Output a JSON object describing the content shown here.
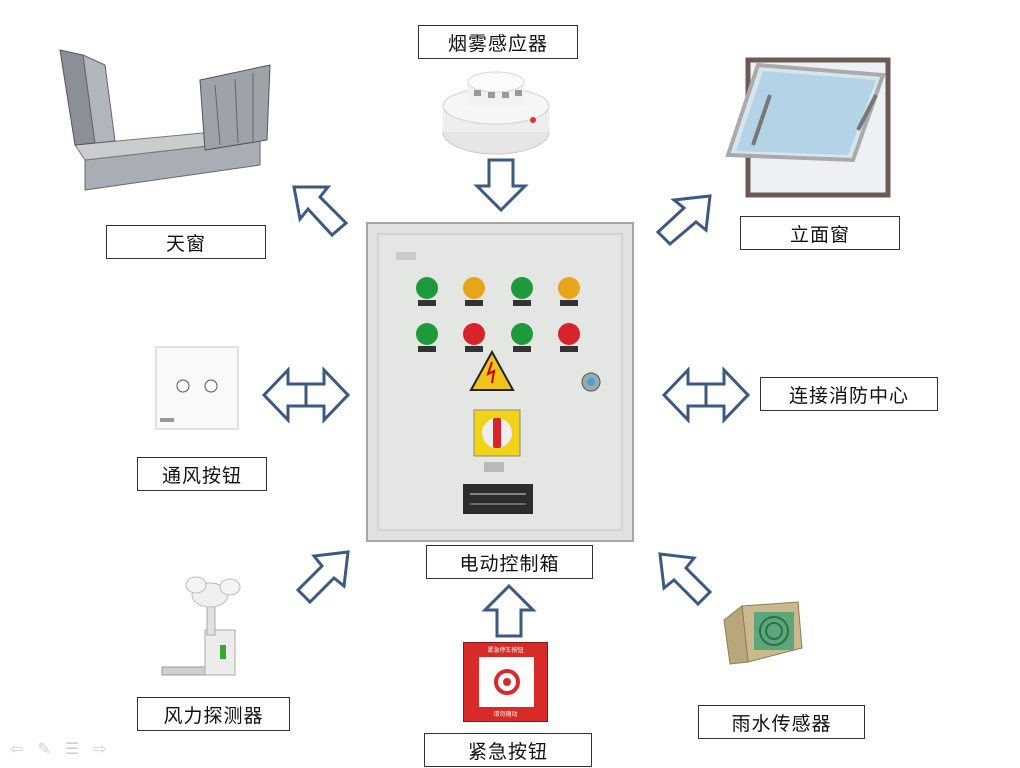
{
  "labels": {
    "smoke": "烟雾感应器",
    "skylight": "天窗",
    "facade_window": "立面窗",
    "vent_button": "通风按钮",
    "fire_center": "连接消防中心",
    "control_box": "电动控制箱",
    "wind_detector": "风力探测器",
    "emergency_button": "紧急按钮",
    "rain_sensor": "雨水传感器"
  },
  "device_text": {
    "emergency_top": "紧急停车按钮",
    "emergency_bottom": "请勿随动"
  },
  "colors": {
    "arrow_stroke": "#3b5a82",
    "cabinet": "#dcdfdb",
    "lamp_green": "#1e9a3c",
    "lamp_yellow": "#e8a51a",
    "lamp_red": "#d8232a",
    "emergency_red": "#d92a2a"
  }
}
